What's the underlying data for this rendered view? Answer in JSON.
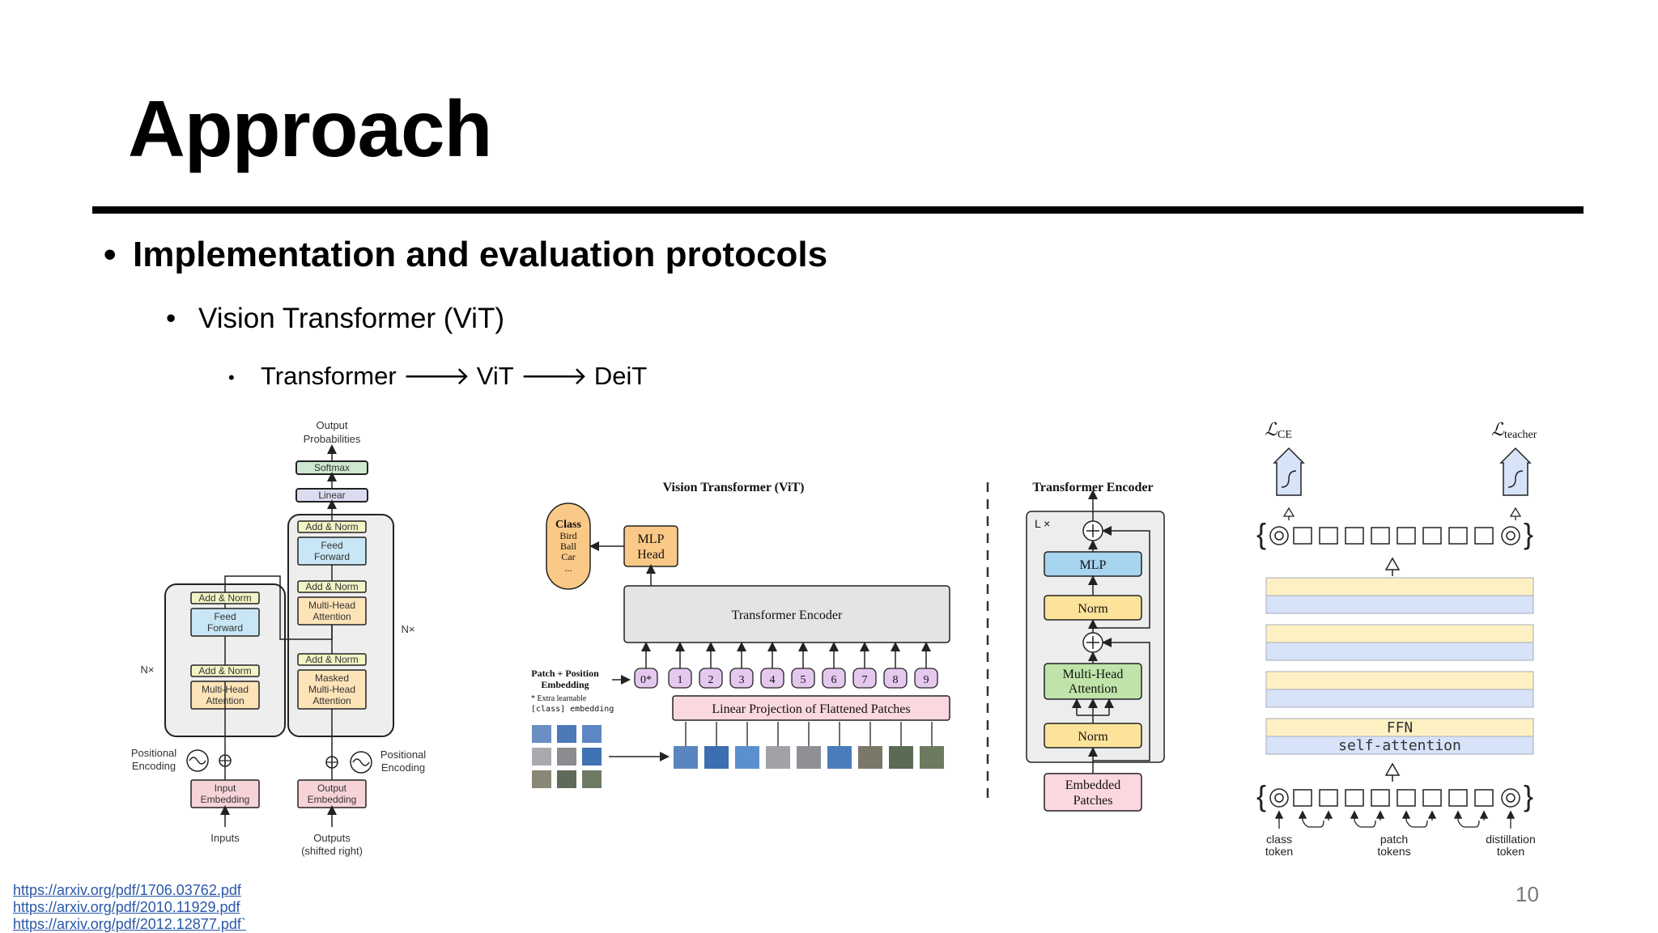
{
  "slide": {
    "title": "Approach",
    "bullet1": "Implementation and evaluation protocols",
    "bullet2": "Vision Transformer (ViT)",
    "bullet3": {
      "a": "Transformer",
      "b": "ViT",
      "c": "DeiT",
      "arrow": "🡒"
    },
    "bullet_symbol": "•",
    "links": [
      "https://arxiv.org/pdf/1706.03762.pdf",
      "https://arxiv.org/pdf/2010.11929.pdf",
      "https://arxiv.org/pdf/2012.12877.pdf`"
    ],
    "page_number": "10"
  },
  "transformer_fig": {
    "output_probs": [
      "Output",
      "Probabilities"
    ],
    "softmax": "Softmax",
    "linear": "Linear",
    "add_norm": "Add & Norm",
    "feed_forward": [
      "Feed",
      "Forward"
    ],
    "mha": [
      "Multi-Head",
      "Attention"
    ],
    "masked_mha": [
      "Masked",
      "Multi-Head",
      "Attention"
    ],
    "nx": "N×",
    "pos_enc": [
      "Positional",
      "Encoding"
    ],
    "input_emb": [
      "Input",
      "Embedding"
    ],
    "output_emb": [
      "Output",
      "Embedding"
    ],
    "inputs": "Inputs",
    "outputs": [
      "Outputs",
      "(shifted right)"
    ]
  },
  "vit_fig": {
    "title": "Vision Transformer (ViT)",
    "class_box": [
      "Class",
      "Bird",
      "Ball",
      "Car",
      "..."
    ],
    "mlp_head": [
      "MLP",
      "Head"
    ],
    "encoder": "Transformer Encoder",
    "patch_pos": [
      "Patch + Position",
      "Embedding"
    ],
    "extra": [
      "* Extra learnable",
      "[class] embedding"
    ],
    "linear_proj": "Linear Projection of Flattened Patches",
    "tokens": [
      "0*",
      "1",
      "2",
      "3",
      "4",
      "5",
      "6",
      "7",
      "8",
      "9"
    ]
  },
  "encoder_fig": {
    "title": "Transformer Encoder",
    "lx": "L ×",
    "mlp": "MLP",
    "norm": "Norm",
    "mha": [
      "Multi-Head",
      "Attention"
    ],
    "embedded": [
      "Embedded",
      "Patches"
    ]
  },
  "deit_fig": {
    "l_ce": "CE",
    "l_teacher": "teacher",
    "ffn": "FFN",
    "self_attention": "self-attention",
    "class_token": [
      "class",
      "token"
    ],
    "patch_tokens": [
      "patch",
      "tokens"
    ],
    "distillation_token": [
      "distillation",
      "token"
    ]
  },
  "colors": {
    "add_norm": "#f3f4c6",
    "feed_forward": "#c8e6f5",
    "attention": "#fde3b8",
    "embedding": "#f7d3d8",
    "softmax": "#cde8cf",
    "linear": "#dcdcf0",
    "vit_pink": "#fbd7df",
    "vit_orange": "#fbc987",
    "enc_mlp": "#a7d4ef",
    "enc_norm": "#fde39a",
    "enc_mha": "#bfe3a8",
    "deit_yellow": "#fdf1c4",
    "deit_blue": "#d6e3f8",
    "link": "#2a58a8"
  }
}
